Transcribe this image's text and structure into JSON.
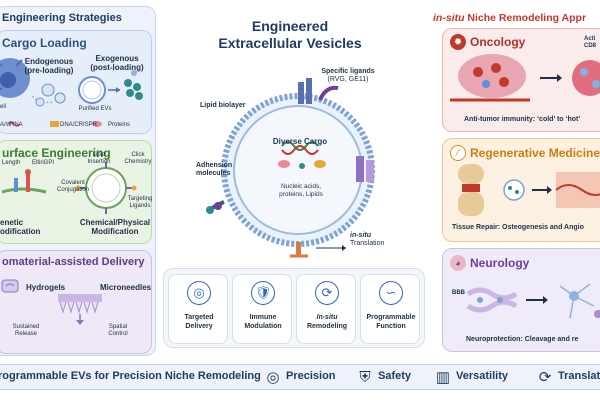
{
  "left": {
    "header": "Engineering Strategies",
    "cargo": {
      "title": "Cargo Loading",
      "endogenous": "Endogenous",
      "endogenous_sub": "(pre-loading)",
      "exogenous": "Exogenous",
      "exogenous_sub": "(post-loading)",
      "purified": "Purified EVs",
      "cell": "ell",
      "legend_rna": "A/siRNA",
      "legend_dna": "DNA/CRISPR",
      "legend_proteins": "Proteins"
    },
    "surface": {
      "title": "urface Engineering",
      "genetic_a": "enetic",
      "genetic_b": "odification",
      "length": "Length",
      "gpi": "EltiriGPI",
      "lipid_insertion_a": "Lipid",
      "lipid_insertion_b": "Insertion",
      "click_a": "Click",
      "click_b": "Chemistry",
      "covalent_a": "Covalent",
      "covalent_b": "Conjugation",
      "targeting_a": "Targeting",
      "targeting_b": "Ligands",
      "chemphys_a": "Chemical/Physical",
      "chemphys_b": "Modification"
    },
    "delivery": {
      "title": "omaterial-assisted Delivery",
      "hydrogels": "Hydrogels",
      "microneedles": "Microneedles",
      "sustained_a": "Sustained",
      "sustained_b": "Release",
      "spatial_a": "Spatial",
      "spatial_b": "Control"
    }
  },
  "center": {
    "title_line1": "Engineered",
    "title_line2": "Extracellular Vesicles",
    "specific_ligands": "Specific ligands",
    "ligand_examples": "(RVG, GE11)",
    "lipid_bilayer": "Lipid biolayer",
    "diverse_cargo": "Diverse Cargo",
    "cargo_types_a": "Nucleic acids,",
    "cargo_types_b": "proteins, Lipids",
    "adhesion_a": "Adhension",
    "adhesion_b": "molecules",
    "insitu": "in-situ",
    "translation": "Translation",
    "features": [
      {
        "icon": "target-icon",
        "line1": "Targeted",
        "line2": "Delivery"
      },
      {
        "icon": "shield-drop-icon",
        "line1": "Immune",
        "line2": "Modulation"
      },
      {
        "icon": "cycle-icon",
        "line1": "In-situ",
        "line2": "Remodeling"
      },
      {
        "icon": "dna-icon",
        "line1": "Programmable",
        "line2": "Function"
      }
    ]
  },
  "right": {
    "header_italic": "in-situ",
    "header_rest": " Niche Remodeling Appr",
    "oncology": {
      "title": "Oncology",
      "act": "Acti",
      "cd": "CD8",
      "caption": "Anti-tumor immunity: ‘cold’ to ‘hot’"
    },
    "regen": {
      "title": "Regenerative Medicine",
      "caption": "Tissue Repair: Osteogenesis and Angio"
    },
    "neuro": {
      "title": "Neurology",
      "bbb": "BBB",
      "caption": "Neuroprotection: Cleavage and re"
    }
  },
  "footer": {
    "headline": "rogrammable EVs for Precision Niche Remodeling",
    "items": [
      {
        "icon": "precision-icon",
        "label": "Precision"
      },
      {
        "icon": "safety-icon",
        "label": "Safety"
      },
      {
        "icon": "bar-chart-icon",
        "label": "Versatility"
      },
      {
        "icon": "cycle-icon",
        "label": "Translat"
      }
    ]
  },
  "colors": {
    "navy": "#1f3b64",
    "blue": "#2e6ab8",
    "green": "#3a8a3a",
    "purple": "#6b3fa0",
    "red": "#c0392b",
    "orange": "#d98b1a"
  }
}
